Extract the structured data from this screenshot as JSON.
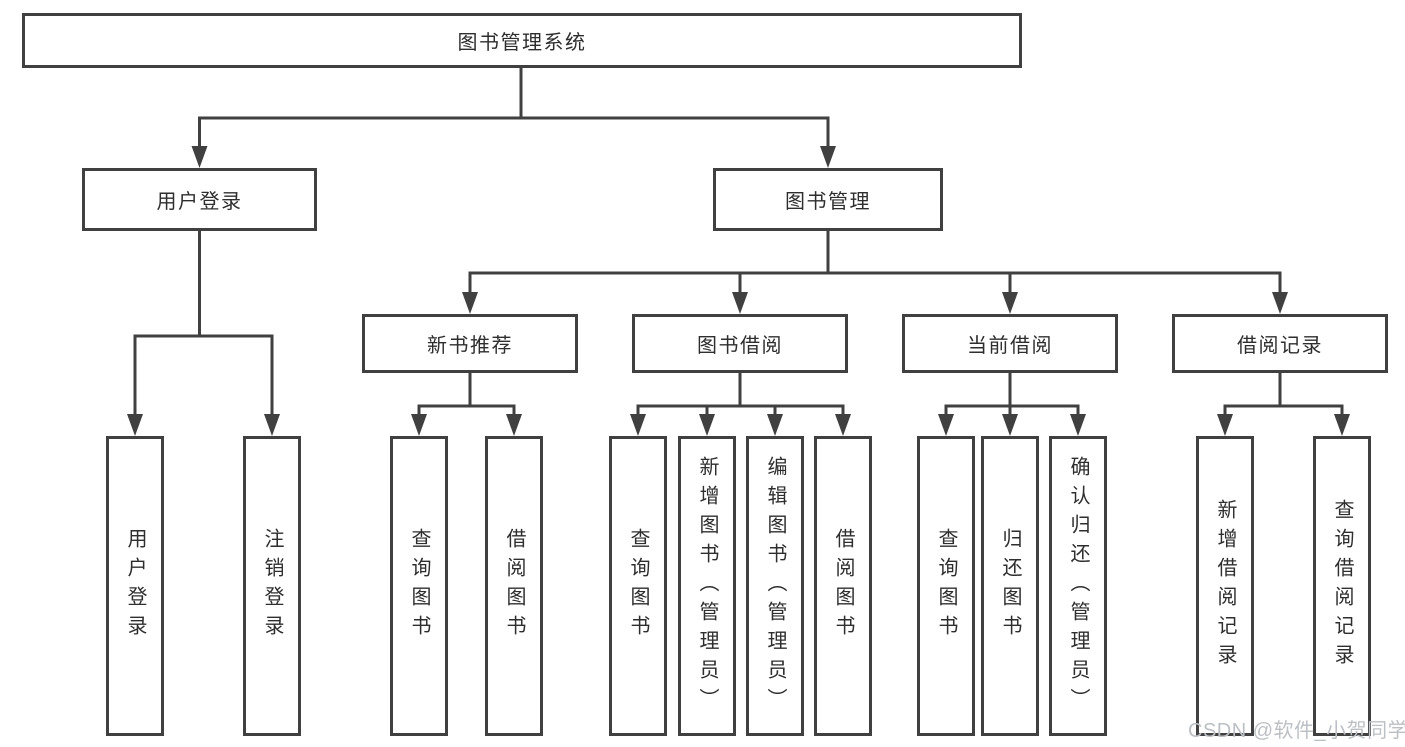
{
  "colors": {
    "line": "#404040",
    "box_border": "#404040",
    "text": "#2e2e2e",
    "background": "#ffffff",
    "watermark": "#bcc0c5"
  },
  "tree": {
    "root": "图书管理系统",
    "branches": [
      {
        "label": "用户登录",
        "children": [
          "用户登录",
          "注销登录"
        ]
      },
      {
        "label": "图书管理",
        "groups": [
          {
            "label": "新书推荐",
            "children": [
              "查询图书",
              "借阅图书"
            ]
          },
          {
            "label": "图书借阅",
            "children": [
              "查询图书",
              "新增图书（管理员）",
              "编辑图书（管理员）",
              "借阅图书"
            ]
          },
          {
            "label": "当前借阅",
            "children": [
              "查询图书",
              "归还图书",
              "确认归还（管理员）"
            ]
          },
          {
            "label": "借阅记录",
            "children": [
              "新增借阅记录",
              "查询借阅记录"
            ]
          }
        ]
      }
    ]
  },
  "watermark": "CSDN @软件_小贺同学"
}
